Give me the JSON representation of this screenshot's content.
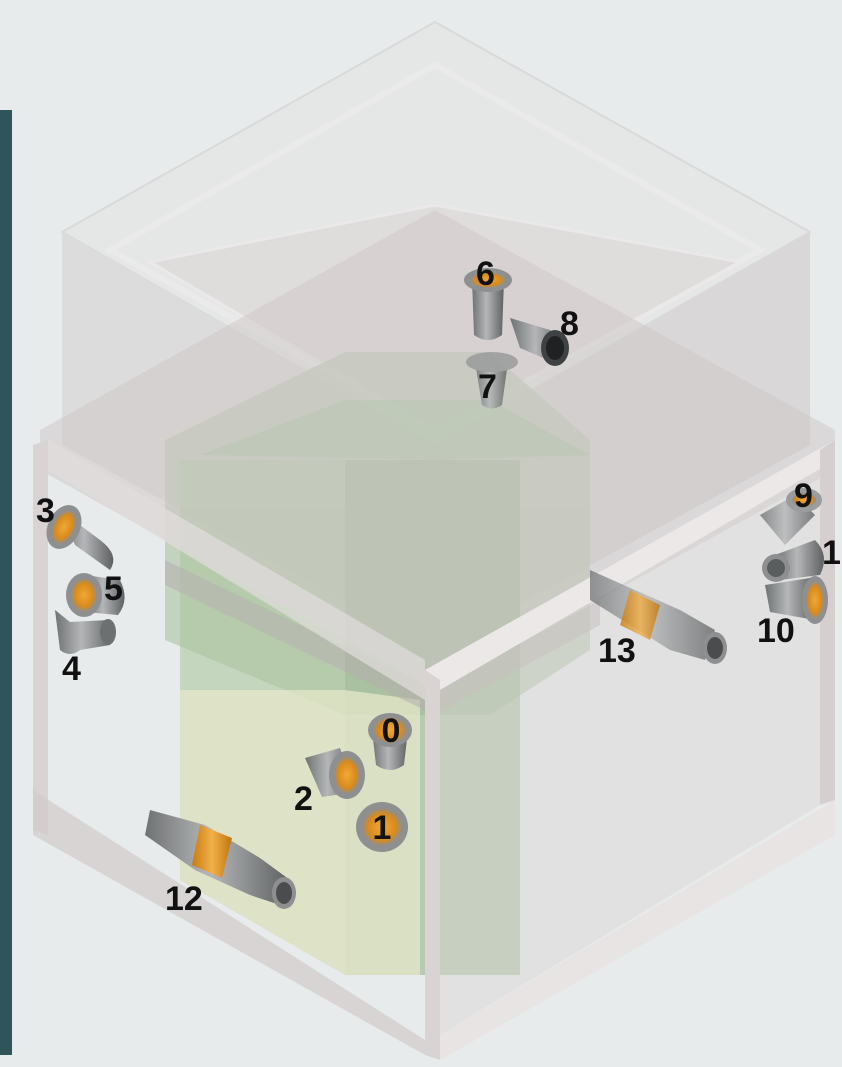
{
  "diagram": {
    "colors": {
      "background": "#e7ebec",
      "side_strip": "#2f545a",
      "panel": "#d9d3d3",
      "panel_edge": "#c5bdbd",
      "core_green": "#9fbf94",
      "floor_yellow": "#e6e7c9",
      "nozzle_gray": "#8b8d8e",
      "nozzle_orange": "#e39a2a"
    },
    "labels": {
      "n0": "0",
      "n1": "1",
      "n2": "2",
      "n3": "3",
      "n4": "4",
      "n5": "5",
      "n6": "6",
      "n7": "7",
      "n8": "8",
      "n9": "9",
      "n10": "10",
      "n11": "1",
      "n12": "12",
      "n13": "13"
    }
  }
}
